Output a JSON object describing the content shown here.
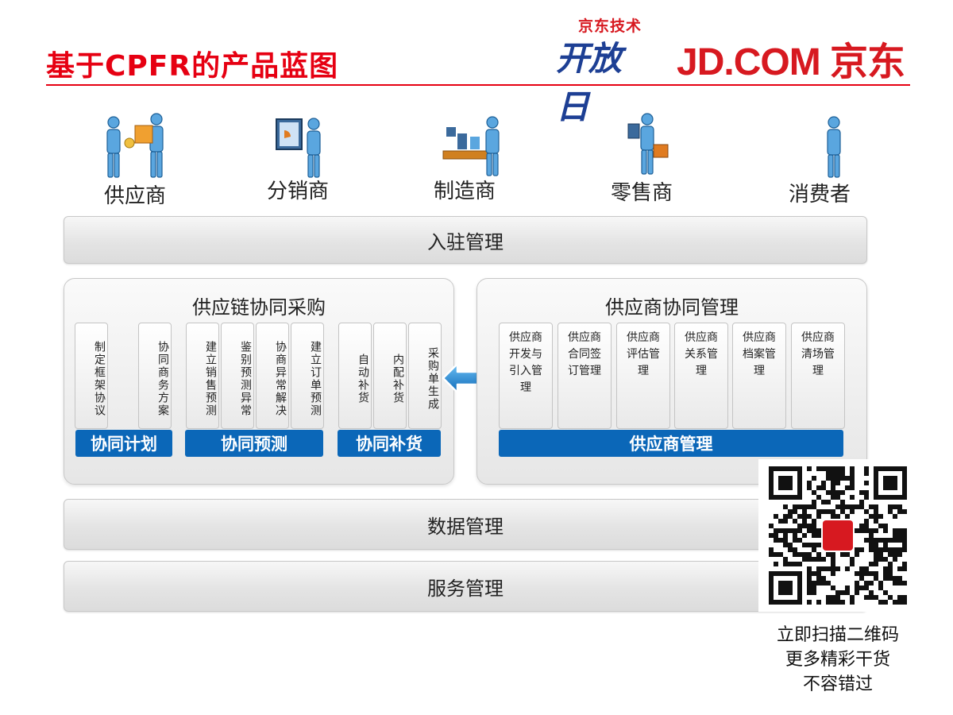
{
  "header": {
    "title": "基于CPFR的产品蓝图",
    "logo_kaifang_top": "京东技术",
    "logo_kaifang_main": "开放日",
    "logo_jd": "JD.COM 京东",
    "accent_color": "#e60012",
    "brand_blue": "#1d3f94"
  },
  "personas": [
    {
      "label": "供应商",
      "icon": "supplier-icon"
    },
    {
      "label": "分销商",
      "icon": "distributor-icon"
    },
    {
      "label": "制造商",
      "icon": "manufacturer-icon"
    },
    {
      "label": "零售商",
      "icon": "retailer-icon"
    },
    {
      "label": "消费者",
      "icon": "consumer-icon"
    }
  ],
  "bars": {
    "onboarding": "入驻管理",
    "data": "数据管理",
    "service": "服务管理"
  },
  "procurement": {
    "title": "供应链协同采购",
    "groups": [
      {
        "label": "协同计划",
        "items": [
          "制定框架协议",
          "协同商务方案"
        ]
      },
      {
        "label": "协同预测",
        "items": [
          "建立销售预测",
          "鉴别预测异常",
          "协商异常解决",
          "建立订单预测"
        ]
      },
      {
        "label": "协同补货",
        "items": [
          "自动补货",
          "内配补货",
          "采购单生成"
        ]
      }
    ]
  },
  "supplier_mgmt": {
    "title": "供应商协同管理",
    "items": [
      "供应商开发与引入管理",
      "供应商合同签订管理",
      "供应商评估管理",
      "供应商关系管理",
      "供应商档案管理",
      "供应商清场管理"
    ],
    "label": "供应商管理"
  },
  "arrow_icon": "double-arrow-icon",
  "qr": {
    "icon": "qr-code-icon",
    "caption": [
      "立即扫描二维码",
      "更多精彩干货",
      "不容错过"
    ]
  },
  "colors": {
    "label_blue": "#0b67b8"
  }
}
